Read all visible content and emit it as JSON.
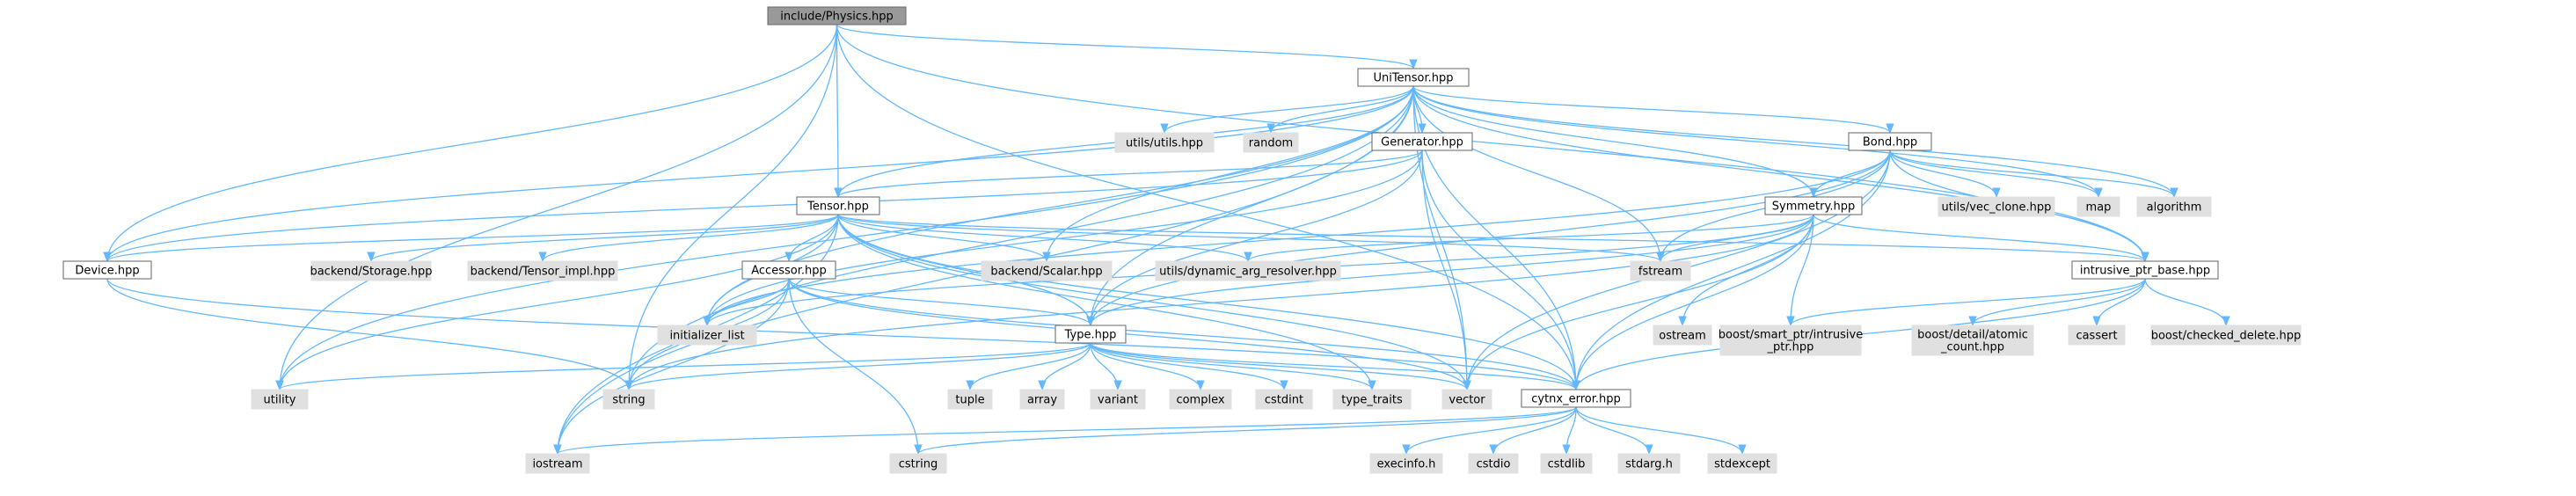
{
  "colors": {
    "edge": "#63b8ff",
    "root_fill": "#999999",
    "node_fill": "#ffffff",
    "node_border": "#666666",
    "ext_fill": "#e0e0e0",
    "ext_border": "#e0e0e0",
    "text": "#000000"
  },
  "nodes": [
    {
      "id": "physics",
      "label": "include/Physics.hpp",
      "kind": "root"
    },
    {
      "id": "unitensor",
      "label": "UniTensor.hpp",
      "kind": "header"
    },
    {
      "id": "utils_utils",
      "label": "utils/utils.hpp",
      "kind": "external"
    },
    {
      "id": "random",
      "label": "random",
      "kind": "external"
    },
    {
      "id": "generator",
      "label": "Generator.hpp",
      "kind": "header"
    },
    {
      "id": "bond",
      "label": "Bond.hpp",
      "kind": "header"
    },
    {
      "id": "tensor",
      "label": "Tensor.hpp",
      "kind": "header"
    },
    {
      "id": "symmetry",
      "label": "Symmetry.hpp",
      "kind": "header"
    },
    {
      "id": "vec_clone",
      "label": "utils/vec_clone.hpp",
      "kind": "external"
    },
    {
      "id": "map",
      "label": "map",
      "kind": "external"
    },
    {
      "id": "algorithm",
      "label": "algorithm",
      "kind": "external"
    },
    {
      "id": "device",
      "label": "Device.hpp",
      "kind": "header"
    },
    {
      "id": "storage",
      "label": "backend/Storage.hpp",
      "kind": "external"
    },
    {
      "id": "tensor_impl",
      "label": "backend/Tensor_impl.hpp",
      "kind": "external"
    },
    {
      "id": "accessor",
      "label": "Accessor.hpp",
      "kind": "header"
    },
    {
      "id": "scalar",
      "label": "backend/Scalar.hpp",
      "kind": "external"
    },
    {
      "id": "dyn_resolver",
      "label": "utils/dynamic_arg_resolver.hpp",
      "kind": "external"
    },
    {
      "id": "fstream",
      "label": "fstream",
      "kind": "external"
    },
    {
      "id": "intrusive_base",
      "label": "intrusive_ptr_base.hpp",
      "kind": "header"
    },
    {
      "id": "init_list",
      "label": "initializer_list",
      "kind": "external"
    },
    {
      "id": "type_hpp",
      "label": "Type.hpp",
      "kind": "header"
    },
    {
      "id": "ostream",
      "label": "ostream",
      "kind": "external"
    },
    {
      "id": "boost_intrusive",
      "label": "boost/smart_ptr/intrusive\n_ptr.hpp",
      "kind": "external"
    },
    {
      "id": "boost_atomic",
      "label": "boost/detail/atomic\n_count.hpp",
      "kind": "external"
    },
    {
      "id": "cassert",
      "label": "cassert",
      "kind": "external"
    },
    {
      "id": "boost_checked",
      "label": "boost/checked_delete.hpp",
      "kind": "external"
    },
    {
      "id": "utility",
      "label": "utility",
      "kind": "external"
    },
    {
      "id": "string",
      "label": "string",
      "kind": "external"
    },
    {
      "id": "tuple",
      "label": "tuple",
      "kind": "external"
    },
    {
      "id": "array",
      "label": "array",
      "kind": "external"
    },
    {
      "id": "variant",
      "label": "variant",
      "kind": "external"
    },
    {
      "id": "complex",
      "label": "complex",
      "kind": "external"
    },
    {
      "id": "cstdint",
      "label": "cstdint",
      "kind": "external"
    },
    {
      "id": "type_traits",
      "label": "type_traits",
      "kind": "external"
    },
    {
      "id": "vector",
      "label": "vector",
      "kind": "external"
    },
    {
      "id": "cytnx_error",
      "label": "cytnx_error.hpp",
      "kind": "header"
    },
    {
      "id": "iostream",
      "label": "iostream",
      "kind": "external"
    },
    {
      "id": "cstring",
      "label": "cstring",
      "kind": "external"
    },
    {
      "id": "execinfo",
      "label": "execinfo.h",
      "kind": "external"
    },
    {
      "id": "cstdio",
      "label": "cstdio",
      "kind": "external"
    },
    {
      "id": "cstdlib",
      "label": "cstdlib",
      "kind": "external"
    },
    {
      "id": "stdarg",
      "label": "stdarg.h",
      "kind": "external"
    },
    {
      "id": "stdexcept",
      "label": "stdexcept",
      "kind": "external"
    }
  ],
  "edges": [
    [
      "physics",
      "unitensor"
    ],
    [
      "physics",
      "tensor"
    ],
    [
      "physics",
      "device"
    ],
    [
      "physics",
      "string"
    ],
    [
      "physics",
      "utility"
    ],
    [
      "physics",
      "cytnx_error"
    ],
    [
      "physics",
      "intrusive_base"
    ],
    [
      "unitensor",
      "utils_utils"
    ],
    [
      "unitensor",
      "random"
    ],
    [
      "unitensor",
      "generator"
    ],
    [
      "unitensor",
      "bond"
    ],
    [
      "unitensor",
      "tensor"
    ],
    [
      "unitensor",
      "symmetry"
    ],
    [
      "unitensor",
      "device"
    ],
    [
      "unitensor",
      "scalar"
    ],
    [
      "unitensor",
      "fstream"
    ],
    [
      "unitensor",
      "map"
    ],
    [
      "unitensor",
      "algorithm"
    ],
    [
      "unitensor",
      "intrusive_base"
    ],
    [
      "unitensor",
      "type_hpp"
    ],
    [
      "unitensor",
      "cytnx_error"
    ],
    [
      "unitensor",
      "vector"
    ],
    [
      "unitensor",
      "iostream"
    ],
    [
      "unitensor",
      "utility"
    ],
    [
      "unitensor",
      "init_list"
    ],
    [
      "unitensor",
      "string"
    ],
    [
      "generator",
      "tensor"
    ],
    [
      "generator",
      "device"
    ],
    [
      "generator",
      "type_hpp"
    ],
    [
      "generator",
      "cytnx_error"
    ],
    [
      "generator",
      "vector"
    ],
    [
      "generator",
      "init_list"
    ],
    [
      "bond",
      "vec_clone"
    ],
    [
      "bond",
      "map"
    ],
    [
      "bond",
      "algorithm"
    ],
    [
      "bond",
      "symmetry"
    ],
    [
      "bond",
      "fstream"
    ],
    [
      "bond",
      "intrusive_base"
    ],
    [
      "bond",
      "type_hpp"
    ],
    [
      "bond",
      "cytnx_error"
    ],
    [
      "bond",
      "vector"
    ],
    [
      "bond",
      "init_list"
    ],
    [
      "tensor",
      "device"
    ],
    [
      "tensor",
      "storage"
    ],
    [
      "tensor",
      "tensor_impl"
    ],
    [
      "tensor",
      "accessor"
    ],
    [
      "tensor",
      "scalar"
    ],
    [
      "tensor",
      "dyn_resolver"
    ],
    [
      "tensor",
      "fstream"
    ],
    [
      "tensor",
      "intrusive_base"
    ],
    [
      "tensor",
      "init_list"
    ],
    [
      "tensor",
      "type_hpp"
    ],
    [
      "tensor",
      "cytnx_error"
    ],
    [
      "tensor",
      "vector"
    ],
    [
      "tensor",
      "utility"
    ],
    [
      "tensor",
      "iostream"
    ],
    [
      "tensor",
      "type_traits"
    ],
    [
      "symmetry",
      "dyn_resolver"
    ],
    [
      "symmetry",
      "fstream"
    ],
    [
      "symmetry",
      "intrusive_base"
    ],
    [
      "symmetry",
      "type_hpp"
    ],
    [
      "symmetry",
      "cytnx_error"
    ],
    [
      "symmetry",
      "vector"
    ],
    [
      "symmetry",
      "ostream"
    ],
    [
      "symmetry",
      "boost_intrusive"
    ],
    [
      "symmetry",
      "init_list"
    ],
    [
      "symmetry",
      "string"
    ],
    [
      "device",
      "string"
    ],
    [
      "device",
      "cytnx_error"
    ],
    [
      "accessor",
      "init_list"
    ],
    [
      "accessor",
      "string"
    ],
    [
      "accessor",
      "type_hpp"
    ],
    [
      "accessor",
      "cytnx_error"
    ],
    [
      "accessor",
      "vector"
    ],
    [
      "accessor",
      "iostream"
    ],
    [
      "accessor",
      "cstring"
    ],
    [
      "intrusive_base",
      "boost_intrusive"
    ],
    [
      "intrusive_base",
      "boost_atomic"
    ],
    [
      "intrusive_base",
      "cassert"
    ],
    [
      "intrusive_base",
      "boost_checked"
    ],
    [
      "intrusive_base",
      "cytnx_error"
    ],
    [
      "type_hpp",
      "utility"
    ],
    [
      "type_hpp",
      "string"
    ],
    [
      "type_hpp",
      "tuple"
    ],
    [
      "type_hpp",
      "array"
    ],
    [
      "type_hpp",
      "variant"
    ],
    [
      "type_hpp",
      "complex"
    ],
    [
      "type_hpp",
      "cstdint"
    ],
    [
      "type_hpp",
      "type_traits"
    ],
    [
      "type_hpp",
      "vector"
    ],
    [
      "type_hpp",
      "cytnx_error"
    ],
    [
      "cytnx_error",
      "iostream"
    ],
    [
      "cytnx_error",
      "cstring"
    ],
    [
      "cytnx_error",
      "execinfo"
    ],
    [
      "cytnx_error",
      "cstdio"
    ],
    [
      "cytnx_error",
      "cstdlib"
    ],
    [
      "cytnx_error",
      "stdarg"
    ],
    [
      "cytnx_error",
      "stdexcept"
    ]
  ]
}
